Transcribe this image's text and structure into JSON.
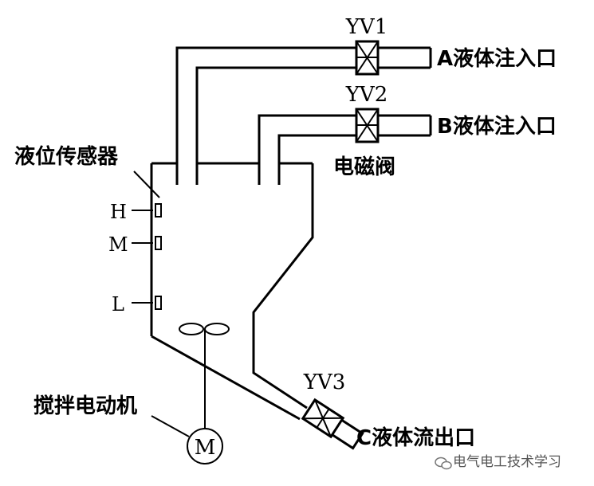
{
  "valves": {
    "yv1": "YV1",
    "yv2": "YV2",
    "yv3": "YV3"
  },
  "inlets": {
    "a": "A液体注入口",
    "b": "B液体注入口"
  },
  "outlet": "C液体流出口",
  "valve_label": "电磁阀",
  "sensor_label": "液位传感器",
  "levels": {
    "h": "H",
    "m": "M",
    "l": "L"
  },
  "motor_label": "搅拌电动机",
  "motor_symbol": "M",
  "watermark": "电气电工技术学习"
}
